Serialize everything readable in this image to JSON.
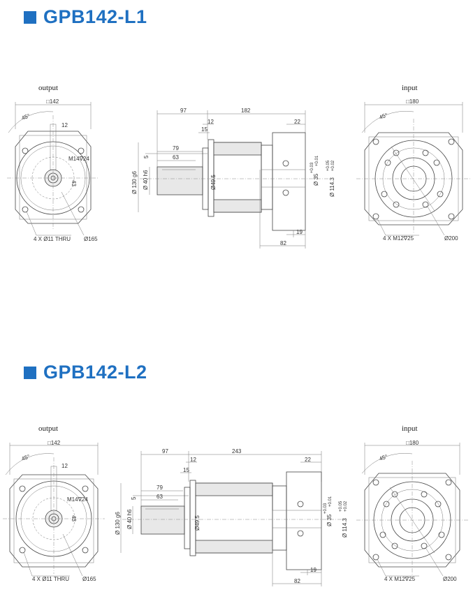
{
  "sections": [
    {
      "title": "GPB142-L1",
      "output_label": "output",
      "input_label": "input",
      "output": {
        "square": "□142",
        "angle": "45°",
        "key": "12",
        "thread": "M14∇24",
        "depth": "43",
        "holes": "4 X Ø11 THRU",
        "pcd": "Ø165"
      },
      "side": {
        "d97": "97",
        "d182": "182",
        "d12": "12",
        "d22": "22",
        "d15": "15",
        "d5": "5",
        "d79": "79",
        "d63": "63",
        "d19": "19",
        "d82": "82",
        "phi130": "Ø 130 g6",
        "phi40": "Ø 40 h6",
        "phi49": "Ø49.5",
        "phi35": "Ø 35",
        "tol35a": "+0.03",
        "tol35b": "+0.01",
        "phi114": "Ø 114.3",
        "tol114a": "+0.05",
        "tol114b": "+0.02"
      },
      "input": {
        "square": "□180",
        "angle": "45°",
        "holes": "4 X M12∇25",
        "pcd": "Ø200"
      }
    },
    {
      "title": "GPB142-L2",
      "output_label": "output",
      "input_label": "input",
      "output": {
        "square": "□142",
        "angle": "45°",
        "key": "12",
        "thread": "M14∇24",
        "depth": "43",
        "holes": "4 X Ø11 THRU",
        "pcd": "Ø165"
      },
      "side": {
        "d97": "97",
        "d182": "243",
        "d12": "12",
        "d22": "22",
        "d15": "15",
        "d5": "5",
        "d79": "79",
        "d63": "63",
        "d19": "19",
        "d82": "82",
        "phi130": "Ø 130 g6",
        "phi40": "Ø 40 h6",
        "phi49": "Ø49.5",
        "phi35": "Ø 35",
        "tol35a": "+0.03",
        "tol35b": "+0.01",
        "phi114": "Ø 114.3",
        "tol114a": "+0.05",
        "tol114b": "+0.02"
      },
      "input": {
        "square": "□180",
        "angle": "45°",
        "holes": "4 X M12∇25",
        "pcd": "Ø200"
      }
    }
  ]
}
